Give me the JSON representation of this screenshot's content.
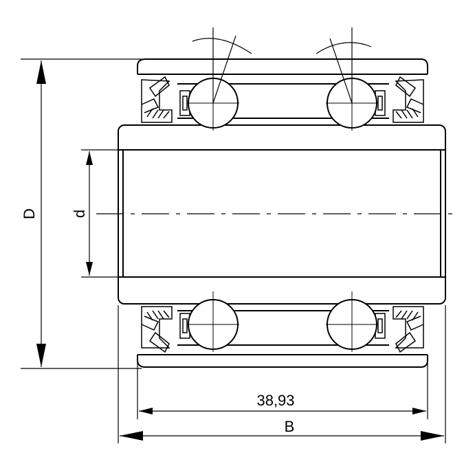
{
  "drawing": {
    "labels": {
      "outer_diameter": "D",
      "bore_diameter": "d",
      "inner_width_value": "38,93",
      "total_width": "B"
    },
    "colors": {
      "stroke": "#000000",
      "background": "#ffffff"
    }
  }
}
